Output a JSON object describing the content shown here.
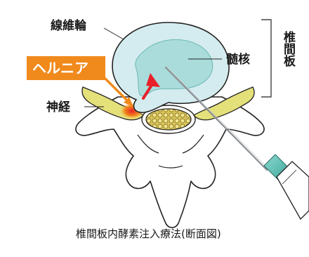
{
  "labels": {
    "annulus": "線維輪",
    "nucleus": "髄核",
    "disc_bracket": "椎間板",
    "herniation": "ヘルニア",
    "nerve": "神経"
  },
  "caption": "椎間板内酵素注入療法(断面図)",
  "colors": {
    "herniation_box": "#f08a1c",
    "arrow_orange": "#f08a1c",
    "arrow_red": "#e8202a",
    "annulus_fill": "#d4ecef",
    "nucleus_fill": "#a9dcda",
    "nerve_fill": "#e4e07a",
    "bone_stroke": "#222222",
    "needle_hub": "#5bbfb5"
  }
}
